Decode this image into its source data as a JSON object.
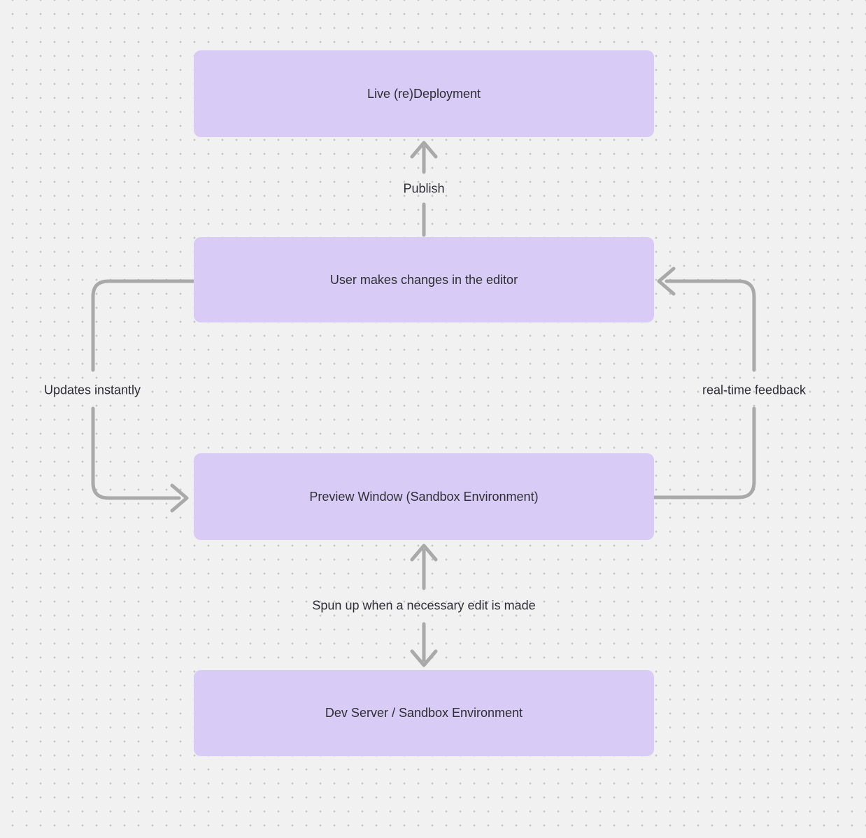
{
  "diagram": {
    "title": "editor-deployment-flow",
    "colors": {
      "background": "#f2f1f1",
      "grid_dot": "#c6c6c6",
      "node_fill": "#d8cbf5",
      "arrow": "#a9a9a9",
      "text": "#2e2d33"
    },
    "nodes": [
      {
        "id": "live-redeployment",
        "label": "Live (re)Deployment"
      },
      {
        "id": "user-editor",
        "label": "User makes changes in the editor"
      },
      {
        "id": "preview-window",
        "label": "Preview Window (Sandbox Environment)"
      },
      {
        "id": "dev-server",
        "label": "Dev Server / Sandbox Environment"
      }
    ],
    "edges": [
      {
        "id": "publish",
        "from": "user-editor",
        "to": "live-redeployment",
        "label": "Publish",
        "direction": "up"
      },
      {
        "id": "updates-instantly",
        "from": "user-editor",
        "to": "preview-window",
        "label": "Updates instantly",
        "direction": "left-loop-down"
      },
      {
        "id": "real-time-feedback",
        "from": "preview-window",
        "to": "user-editor",
        "label": "real-time feedback",
        "direction": "right-loop-up"
      },
      {
        "id": "sandbox-spin-up",
        "from": "preview-window",
        "to": "dev-server",
        "label": "Spun up when a necessary edit is made",
        "direction": "bidirectional"
      }
    ]
  }
}
